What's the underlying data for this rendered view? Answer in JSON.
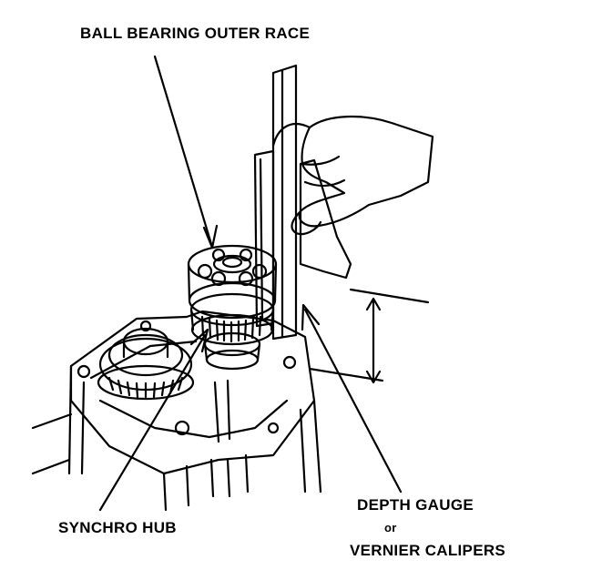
{
  "labels": {
    "ball_bearing_outer_race": "BALL BEARING OUTER RACE",
    "synchro_hub": "SYNCHRO HUB",
    "depth_gauge": "DEPTH GAUGE",
    "or": "or",
    "vernier_calipers": "VERNIER CALIPERS"
  },
  "colors": {
    "ink": "#000000",
    "paper": "#ffffff"
  }
}
